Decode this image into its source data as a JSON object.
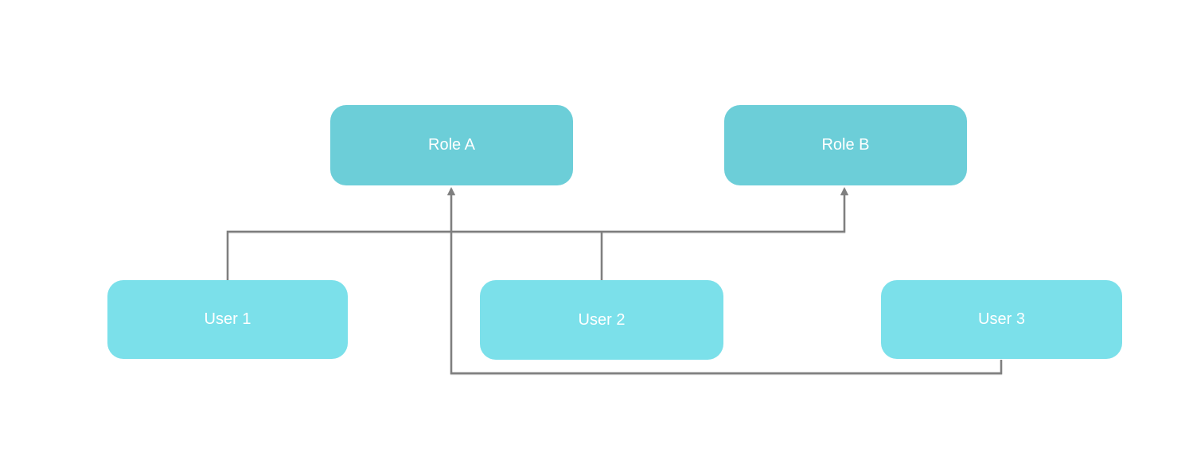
{
  "diagram": {
    "colors": {
      "background": "#ffffff",
      "role_fill": "#6cced8",
      "user_fill": "#7be0ea",
      "edge": "#7f7f7f",
      "label_text": "#ffffff"
    },
    "nodes": [
      {
        "id": "role-a",
        "kind": "role",
        "label": "Role A"
      },
      {
        "id": "role-b",
        "kind": "role",
        "label": "Role B"
      },
      {
        "id": "user-1",
        "kind": "user",
        "label": "User 1"
      },
      {
        "id": "user-2",
        "kind": "user",
        "label": "User 2"
      },
      {
        "id": "user-3",
        "kind": "user",
        "label": "User 3"
      }
    ],
    "edges": [
      {
        "from": "user-1",
        "to": "role-b",
        "routing": "orthogonal",
        "arrowhead": "target"
      },
      {
        "from": "user-2",
        "to": "role-b",
        "routing": "orthogonal",
        "arrowhead": "target"
      },
      {
        "from": "user-3",
        "to": "role-a",
        "routing": "orthogonal",
        "arrowhead": "target"
      }
    ]
  }
}
